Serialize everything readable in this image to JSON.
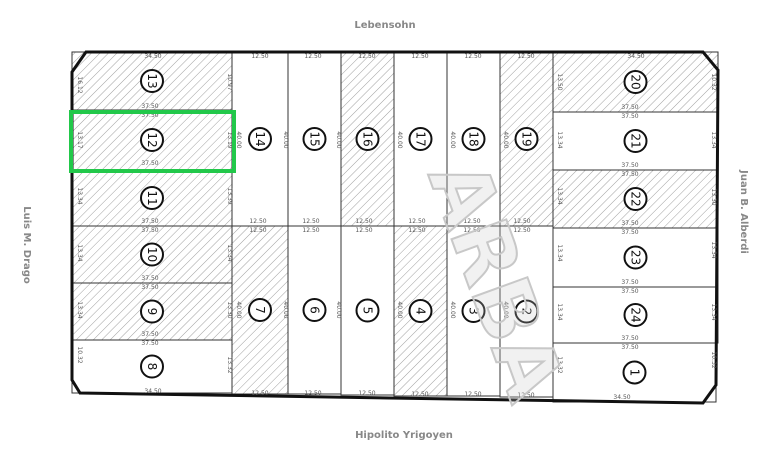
{
  "streets": {
    "top": "Lebensohn",
    "bottom": "Hipolito Yrigoyen",
    "left": "Luis M. Drago",
    "right": "Juan B. Alberdi"
  },
  "watermark": "ARBA",
  "colors": {
    "highlight": "#22c84a",
    "border": "#111111",
    "hatch": "#777777"
  },
  "selected_lot": "12",
  "lots": [
    {
      "number": "13",
      "hatched": true
    },
    {
      "number": "12",
      "hatched": true
    },
    {
      "number": "11",
      "hatched": true
    },
    {
      "number": "10",
      "hatched": true
    },
    {
      "number": "9",
      "hatched": true
    },
    {
      "number": "8",
      "hatched": false
    },
    {
      "number": "14",
      "hatched": false
    },
    {
      "number": "15",
      "hatched": false
    },
    {
      "number": "16",
      "hatched": true
    },
    {
      "number": "17",
      "hatched": false
    },
    {
      "number": "18",
      "hatched": false
    },
    {
      "number": "19",
      "hatched": true
    },
    {
      "number": "7",
      "hatched": true
    },
    {
      "number": "6",
      "hatched": false
    },
    {
      "number": "5",
      "hatched": false
    },
    {
      "number": "4",
      "hatched": true
    },
    {
      "number": "3",
      "hatched": false
    },
    {
      "number": "2",
      "hatched": false
    },
    {
      "number": "20",
      "hatched": true
    },
    {
      "number": "21",
      "hatched": false
    },
    {
      "number": "22",
      "hatched": true
    },
    {
      "number": "23",
      "hatched": false
    },
    {
      "number": "24",
      "hatched": false
    },
    {
      "number": "1",
      "hatched": false
    }
  ],
  "dimensions": [
    "34.50",
    "12.50",
    "12.50",
    "12.50",
    "12.50",
    "12.50",
    "12.50",
    "34.50",
    "34.50",
    "12.50",
    "12.50",
    "12.50",
    "12.50",
    "12.50",
    "12.50",
    "34.50",
    "37.50",
    "37.50",
    "37.50",
    "37.50",
    "37.50",
    "37.50",
    "37.50",
    "37.50",
    "37.50",
    "37.50",
    "37.50",
    "37.50",
    "37.50",
    "37.50",
    "37.50",
    "37.50",
    "37.50",
    "37.50",
    "37.50",
    "12.50",
    "12.50",
    "12.50",
    "12.50",
    "12.50",
    "12.50",
    "12.50",
    "12.50",
    "12.50",
    "12.50",
    "12.50",
    "12.50",
    "16.12",
    "13.17",
    "13.34",
    "13.34",
    "13.34",
    "10.32",
    "10.32",
    "13.34",
    "13.30",
    "13.34",
    "13.34",
    "10.32",
    "10.97",
    "13.19",
    "13.39",
    "13.34",
    "13.30",
    "13.32",
    "13.50",
    "13.34",
    "13.34",
    "13.34",
    "13.34",
    "13.32",
    "40.00",
    "40.00",
    "40.00",
    "40.00",
    "40.00",
    "40.00",
    "40.00",
    "40.00",
    "40.00",
    "40.00",
    "40.00",
    "40.00"
  ]
}
